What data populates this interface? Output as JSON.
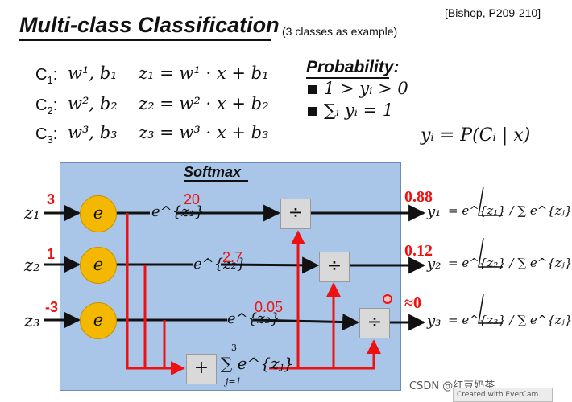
{
  "header": {
    "title": "Multi-class Classification",
    "subtitle": "(3 classes as example)",
    "reference": "[Bishop, P209-210]"
  },
  "classes": [
    {
      "label": "C",
      "sub": "1",
      "params": "w¹, b₁",
      "eq": "z₁ = w¹ · x + b₁"
    },
    {
      "label": "C",
      "sub": "2",
      "params": "w², b₂",
      "eq": "z₂ = w² · x + b₂"
    },
    {
      "label": "C",
      "sub": "3",
      "params": "w³, b₃",
      "eq": "z₃ = w³ · x + b₃"
    }
  ],
  "probability": {
    "heading": "Probability:",
    "rule1": "1 > yᵢ > 0",
    "rule2": "∑ᵢ yᵢ = 1",
    "definition": "yᵢ = P(Cᵢ | x)"
  },
  "softmax": {
    "label": "Softmax",
    "node_symbol": "e",
    "divide_symbol": "÷",
    "plus_symbol": "+",
    "sum_label": "∑ e^{zⱼ}",
    "sum_top": "3",
    "sum_bottom": "j=1",
    "inputs": [
      {
        "name": "z₁",
        "value": "3"
      },
      {
        "name": "z₂",
        "value": "1"
      },
      {
        "name": "z₃",
        "value": "-3"
      }
    ],
    "exps": [
      {
        "expr": "e^{z₁}",
        "value": "20"
      },
      {
        "expr": "e^{z₂}",
        "value": "2.7"
      },
      {
        "expr": "e^{z₃}",
        "value": "0.05"
      }
    ],
    "outputs": [
      {
        "prob": "0.88",
        "name": "y₁",
        "formula": "= e^{z₁} / ∑ e^{zⱼ}"
      },
      {
        "prob": "0.12",
        "name": "y₂",
        "formula": "= e^{z₂} / ∑ e^{zⱼ}"
      },
      {
        "prob": "≈0",
        "name": "y₃",
        "formula": "= e^{z₃} / ∑ e^{zⱼ}"
      }
    ]
  },
  "watermark": "CSDN @红豆奶茶",
  "capture_badge": "Created with EverCam."
}
